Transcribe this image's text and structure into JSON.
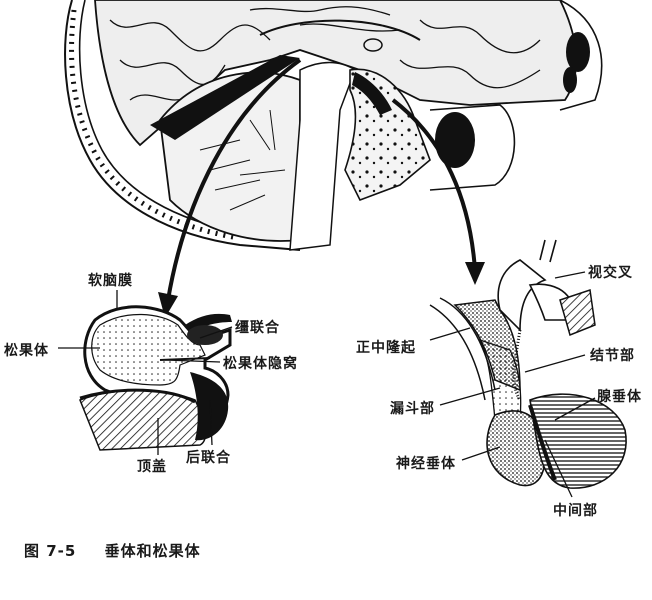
{
  "figure": {
    "caption_prefix": "图 7-5",
    "caption_title": "垂体和松果体",
    "top_panel": "Midsagittal section of head (brain, cerebellum, skull, sphenoid sinus) with arrows pointing to pineal body and pituitary region"
  },
  "pineal_panel": {
    "labels": {
      "pia_mater": "软脑膜",
      "pineal_body": "松果体",
      "habenular_commissure": "缰联合",
      "pineal_recess": "松果体隐窝",
      "tectum": "顶盖",
      "posterior_commissure": "后联合"
    }
  },
  "pituitary_panel": {
    "labels": {
      "optic_chiasm": "视交叉",
      "median_eminence": "正中隆起",
      "pars_tuberalis": "结节部",
      "infundibulum": "漏斗部",
      "adenohypophysis": "腺垂体",
      "neurohypophysis": "神经垂体",
      "pars_intermedia": "中间部"
    }
  },
  "colors": {
    "ink": "#111111",
    "paper": "#ffffff",
    "tissue": "#ededed"
  }
}
